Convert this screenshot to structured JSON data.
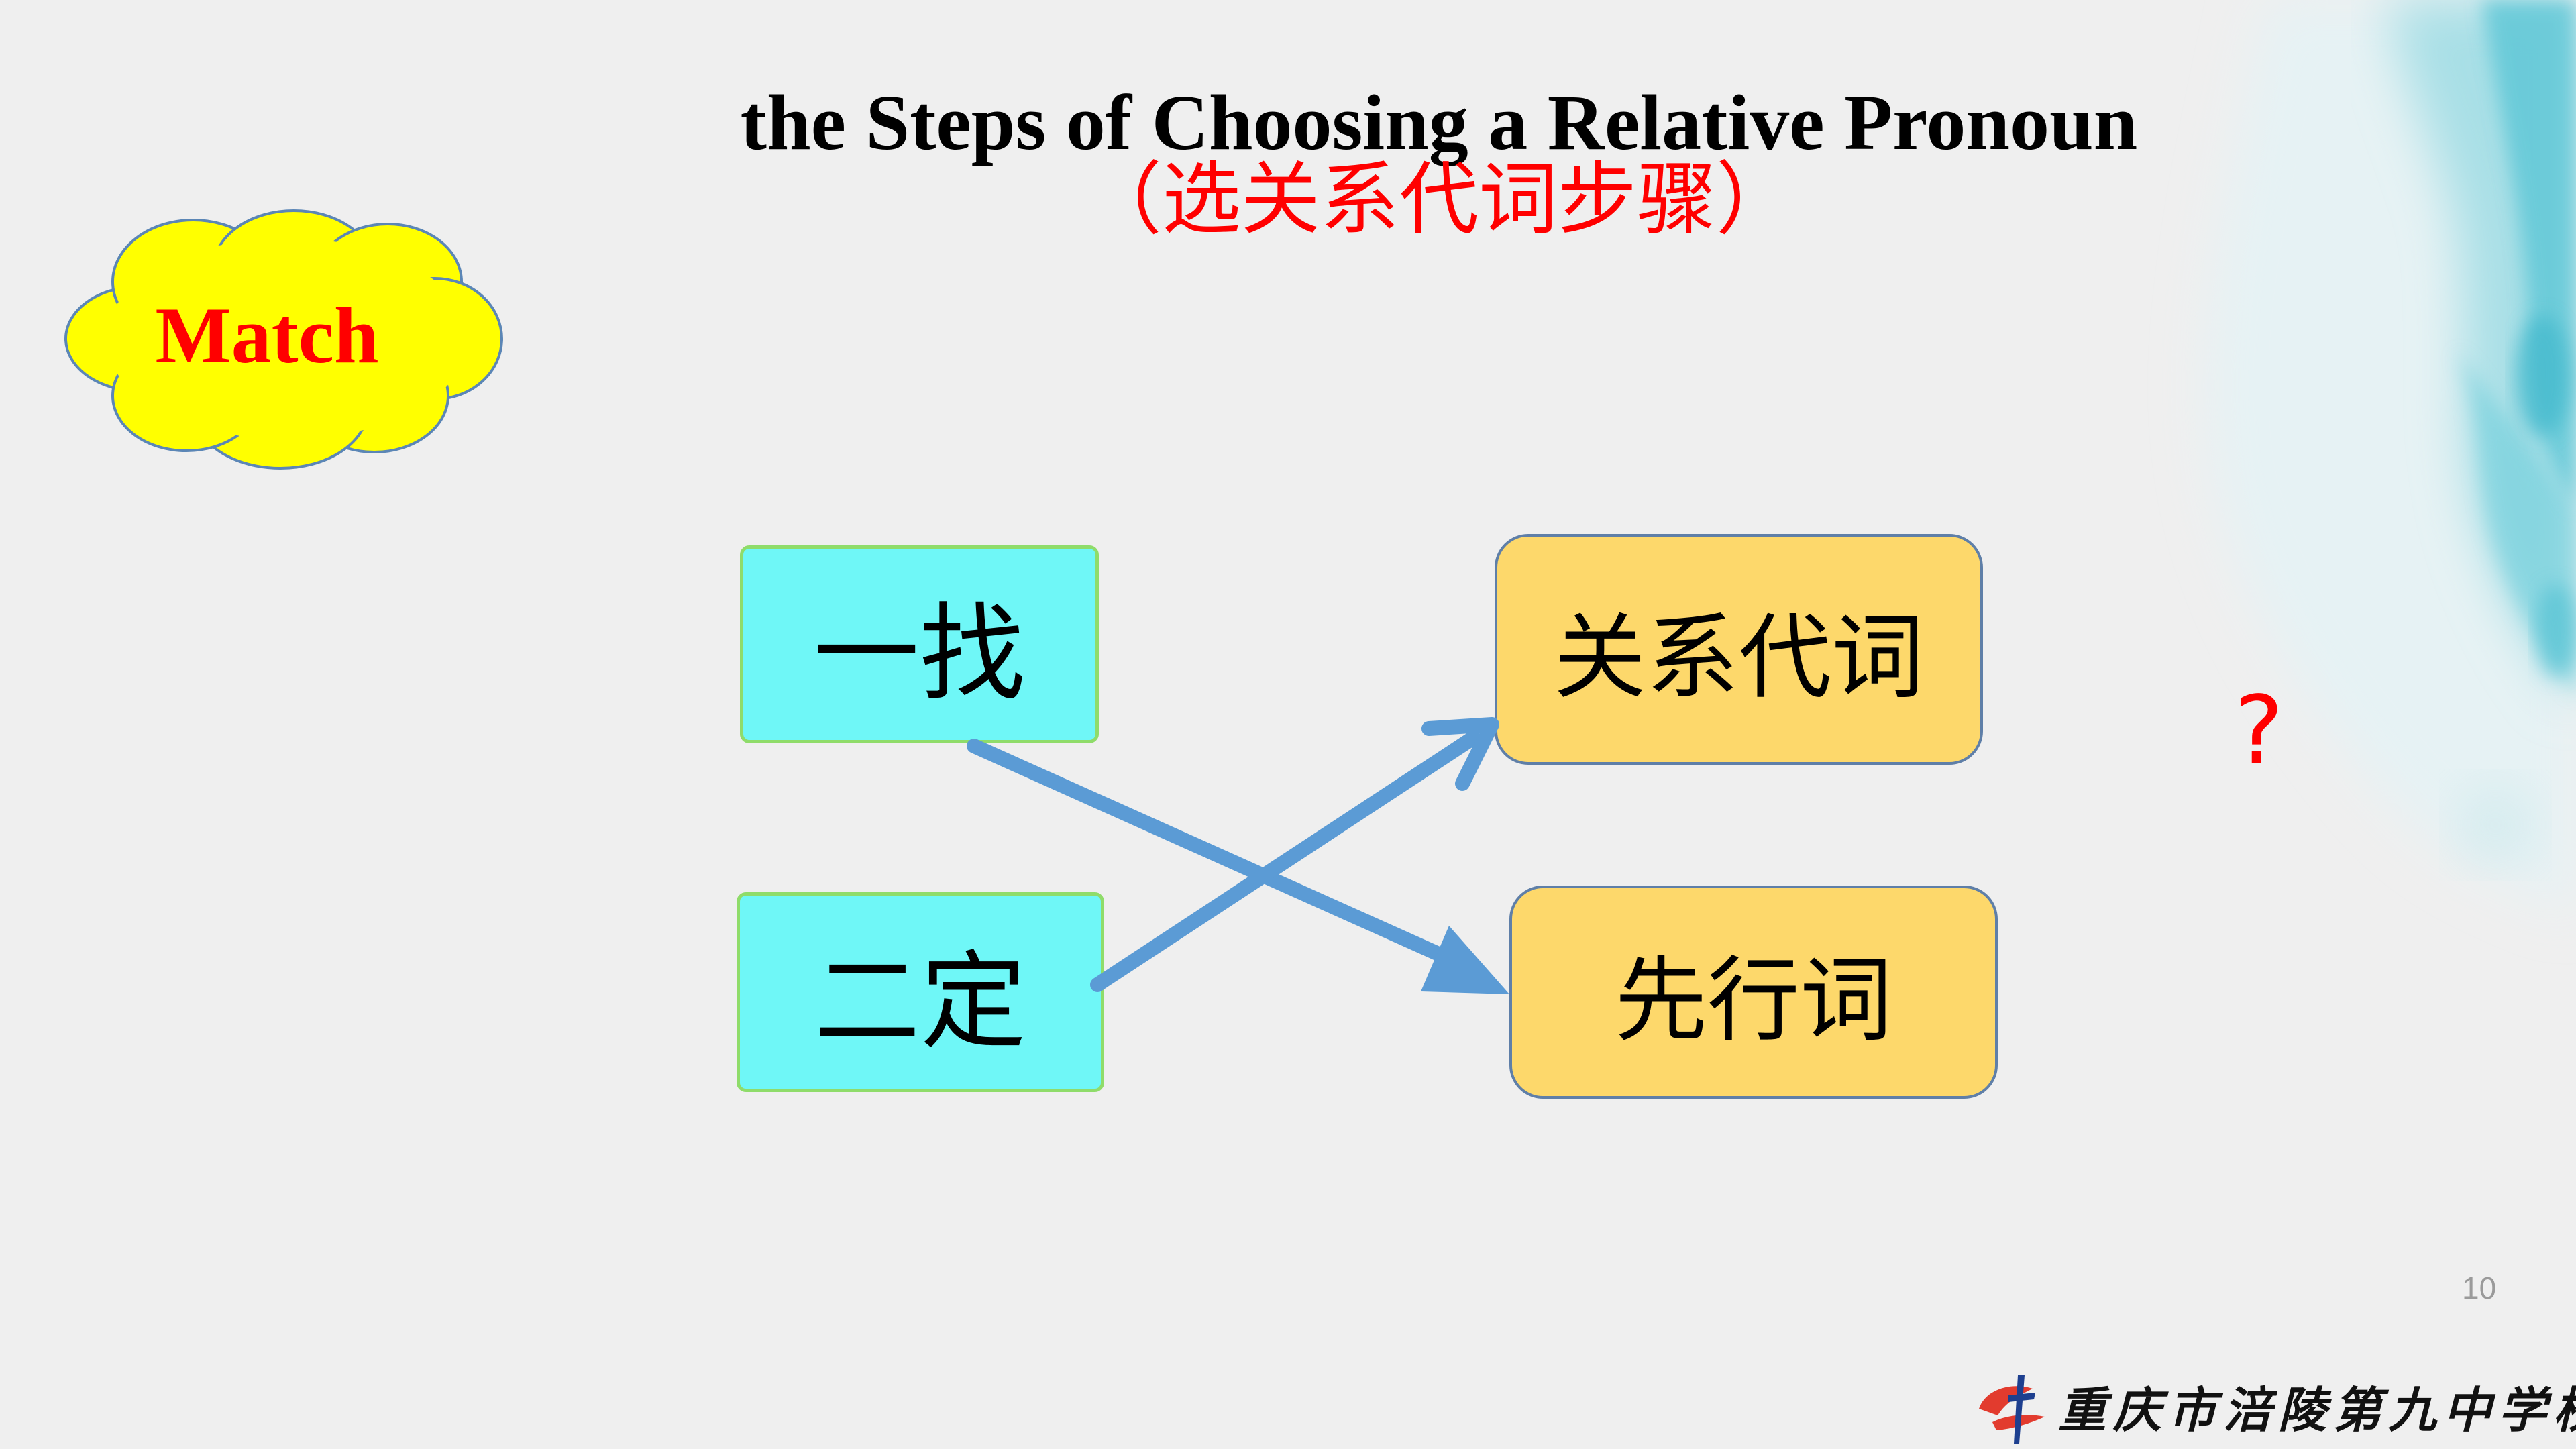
{
  "slide": {
    "title": "the Steps of Choosing a Relative Pronoun",
    "subtitle": "（选关系代词步骤）",
    "cloud_label": "Match",
    "left_boxes": [
      "一找",
      "二定"
    ],
    "right_boxes": [
      "关系代词",
      "先行词"
    ],
    "question_mark": "?",
    "page_number": "10",
    "school_name": "重庆市涪陵第九中学校"
  },
  "colors": {
    "background": "#efefef",
    "title": "#000000",
    "subtitle": "#ff0000",
    "cloud_fill": "#ffff00",
    "cloud_outline": "#5b86b6",
    "left_box_fill": "#6ff7f7",
    "left_box_border": "#8fdc6a",
    "right_box_fill": "#fdd86b",
    "right_box_border": "#5f7fa8",
    "arrow": "#5b9bd5",
    "watercolor": "#5cc6d6"
  }
}
